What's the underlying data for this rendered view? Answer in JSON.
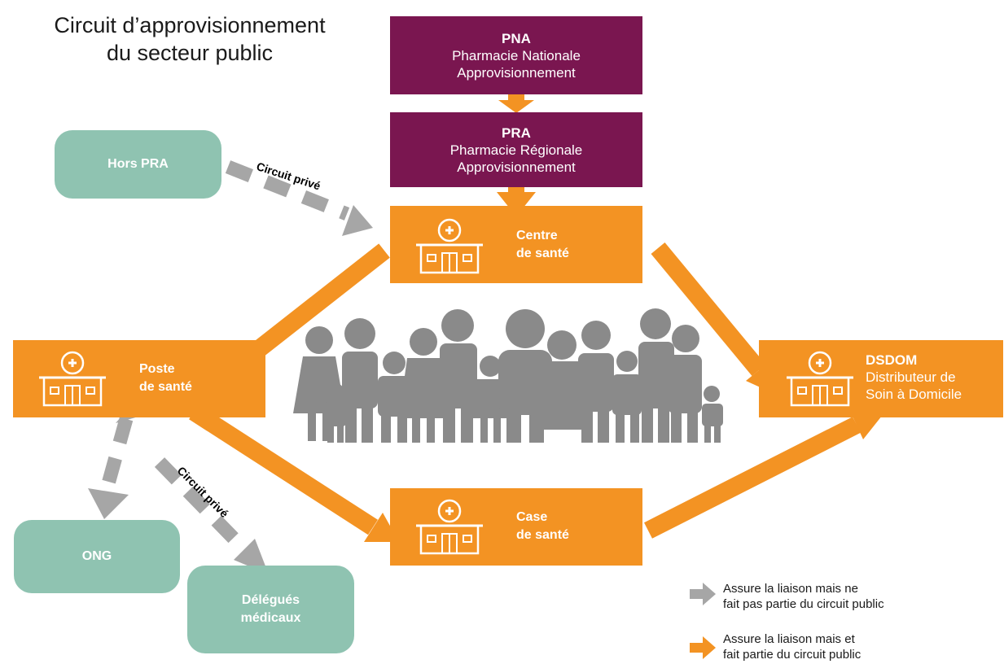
{
  "title": {
    "line1": "Circuit d’approvisionnement",
    "line2": "du secteur public"
  },
  "nodes": {
    "pna": {
      "abbr": "PNA",
      "line1": "Pharmacie Nationale",
      "line2": "Approvisionnement"
    },
    "pra": {
      "abbr": "PRA",
      "line1": "Pharmacie Régionale",
      "line2": "Approvisionnement"
    },
    "centre": {
      "line1": "Centre",
      "line2": "de santé"
    },
    "poste": {
      "line1": "Poste",
      "line2": "de santé"
    },
    "case": {
      "line1": "Case",
      "line2": "de santé"
    },
    "dsdom": {
      "abbr": "DSDOM",
      "line1": "Distributeur de",
      "line2": "Soin à Domicile"
    },
    "hors_pra": {
      "label": "Hors PRA"
    },
    "ong": {
      "label": "ONG"
    },
    "delegues": {
      "line1": "Délégués",
      "line2": "médicaux"
    }
  },
  "edge_labels": {
    "private1": "Circuit privé",
    "private2": "Circuit privé"
  },
  "legend": {
    "gray": {
      "line1": "Assure la liaison mais ne",
      "line2": "fait pas partie du circuit public"
    },
    "orange": {
      "line1": "Assure la liaison mais et",
      "line2": "fait partie du circuit public"
    }
  },
  "colors": {
    "plum": "#7a1650",
    "orange": "#f39323",
    "teal": "#8fc3b1",
    "gray": "#a6a6a6",
    "people": "#8a8a8a"
  }
}
